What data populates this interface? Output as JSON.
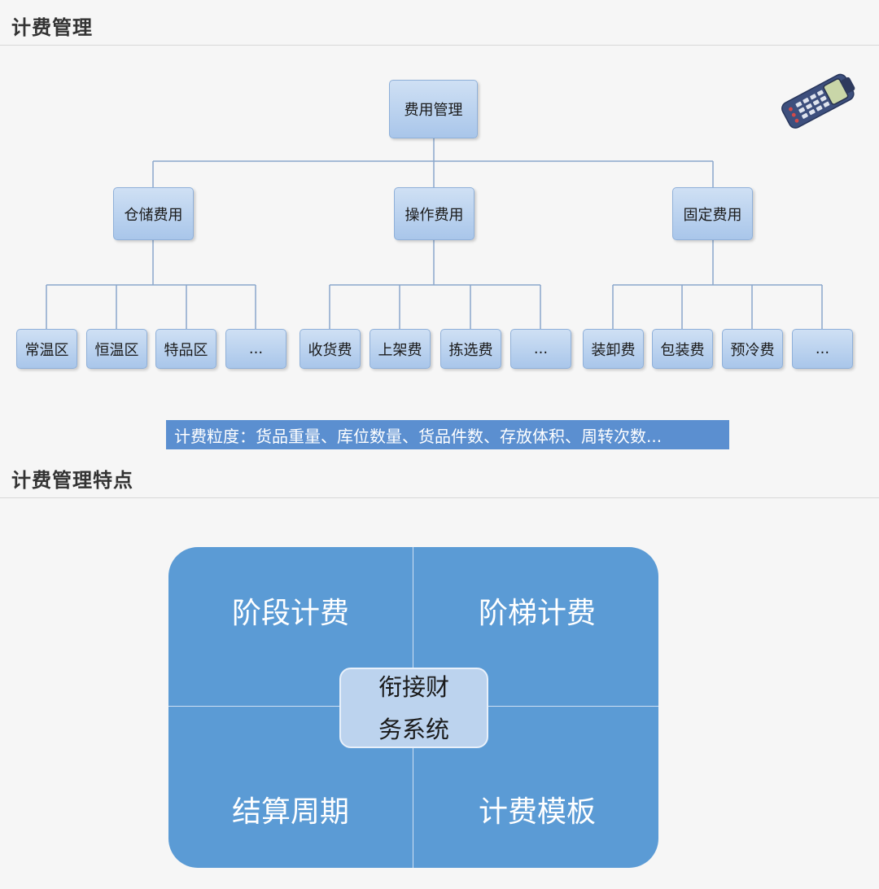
{
  "section1": {
    "title": "计费管理"
  },
  "section2": {
    "title": "计费管理特点"
  },
  "tree": {
    "root": "费用管理",
    "branches": [
      {
        "label": "仓储费用",
        "children": [
          "常温区",
          "恒温区",
          "特品区",
          "..."
        ]
      },
      {
        "label": "操作费用",
        "children": [
          "收货费",
          "上架费",
          "拣选费",
          "..."
        ]
      },
      {
        "label": "固定费用",
        "children": [
          "装卸费",
          "包装费",
          "预冷费",
          "..."
        ]
      }
    ]
  },
  "granularity": "计费粒度：货品重量、库位数量、货品件数、存放体积、周转次数...",
  "features": {
    "top_left": "阶段计费",
    "top_right": "阶梯计费",
    "bottom_left": "结算周期",
    "bottom_right": "计费模板",
    "center_line1": "衔接财",
    "center_line2": "务系统"
  },
  "colors": {
    "node_fill": "#b7cfee",
    "banner": "#5b8fd0",
    "quadrant": "#5b9bd5",
    "center": "#bcd3ee"
  },
  "icons": {
    "device": "handheld-terminal-icon"
  }
}
